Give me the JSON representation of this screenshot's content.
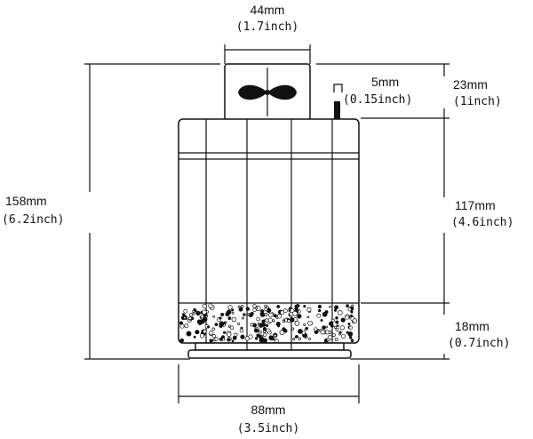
{
  "dimensions": {
    "top_width": {
      "mm": "44mm",
      "inch": "(1.7inch)"
    },
    "pin_width": {
      "mm": "5mm",
      "inch": "(0.15inch)"
    },
    "cap_height": {
      "mm": "23mm",
      "inch": "(1inch)"
    },
    "total_height": {
      "mm": "158mm",
      "inch": "(6.2inch)"
    },
    "body_height": {
      "mm": "117mm",
      "inch": "(4.6inch)"
    },
    "filter_height": {
      "mm": "18mm",
      "inch": "(0.7inch)"
    },
    "body_width": {
      "mm": "88mm",
      "inch": "(3.5inch)"
    }
  },
  "colors": {
    "line": "#111111",
    "background": "#ffffff"
  }
}
